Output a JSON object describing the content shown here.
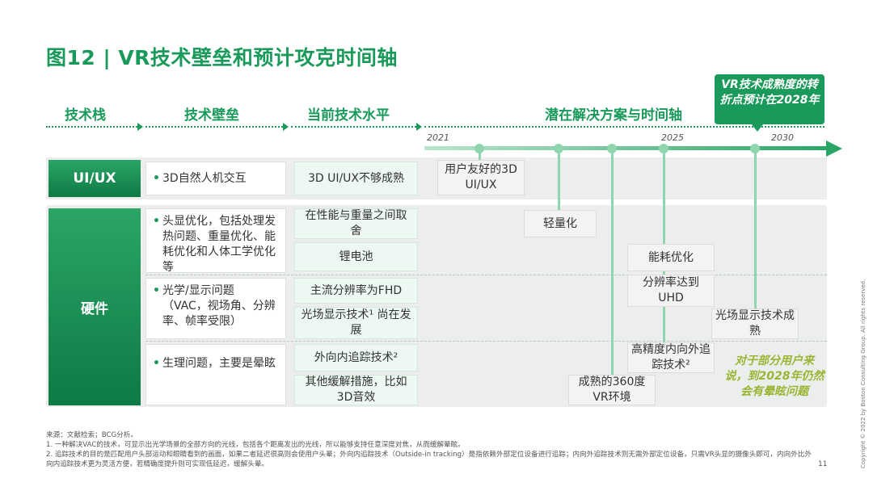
{
  "title": "图12 | VR技术壁垒和预计攻克时间轴",
  "columns": {
    "stack": "技术栈",
    "barrier": "技术壁垒",
    "current": "当前技术水平",
    "solution": "潜在解决方案与时间轴"
  },
  "callout": "VR技术成熟度的转折点预计在2028年",
  "years": {
    "y2021": "2021",
    "y2025": "2025",
    "y2030": "2030"
  },
  "rows": {
    "uiux": {
      "label": "UI/UX",
      "barrier": "3D自然人机交互",
      "current": "3D UI/UX不够成熟"
    },
    "hardware": {
      "label": "硬件",
      "barrier1": "头显优化，包括处理发热问题、重量优化、能耗优化和人体工学优化等",
      "current1a": "在性能与重量之间取舍",
      "current1b": "锂电池",
      "barrier2": "光学/显示问题（VAC，视场角、分辨率、帧率受限）",
      "current2a": "主流分辨率为FHD",
      "current2b": "光场显示技术¹ 尚在发展",
      "barrier3": "生理问题，主要是晕眩",
      "current3a": "外向内追踪技术²",
      "current3b": "其他缓解措施，比如3D音效"
    }
  },
  "solutions": {
    "s1": "用户友好的3D UI/UX",
    "s2": "轻量化",
    "s3": "能耗优化",
    "s4": "分辨率达到UHD",
    "s5": "光场显示技术成熟",
    "s6": "高精度内向外追踪技术²",
    "s7": "成熟的360度VR环境"
  },
  "olive_note": "对于部分用户来说，到2028年仍然会有晕眩问题",
  "footnotes": {
    "source": "来源：文献检索；BCG分析。",
    "n1": "1. 一种解决VAC的技术，可显示出光学场景的全部方向的光线，包括各个距离发出的光线，所以能够支持任意深度对焦，从而缓解晕眩。",
    "n2": "2. 追踪技术的目的是匹配用户头部运动和眼睛看到的画面，如果二者延迟很高则会使用户头晕；外向内追踪技术（Outside-in tracking）是指依赖外部定位设备进行追踪；内向外追踪技术则无需外部定位设备，只需VR头显的摄像头即可，内向外比外向内追踪技术更为灵活方便，若精确度提升则可实现低延迟，缓解头晕。"
  },
  "page_number": "11",
  "copyright": "Copyright © 2022 by Boston Consulting Group. All rights reserved."
}
